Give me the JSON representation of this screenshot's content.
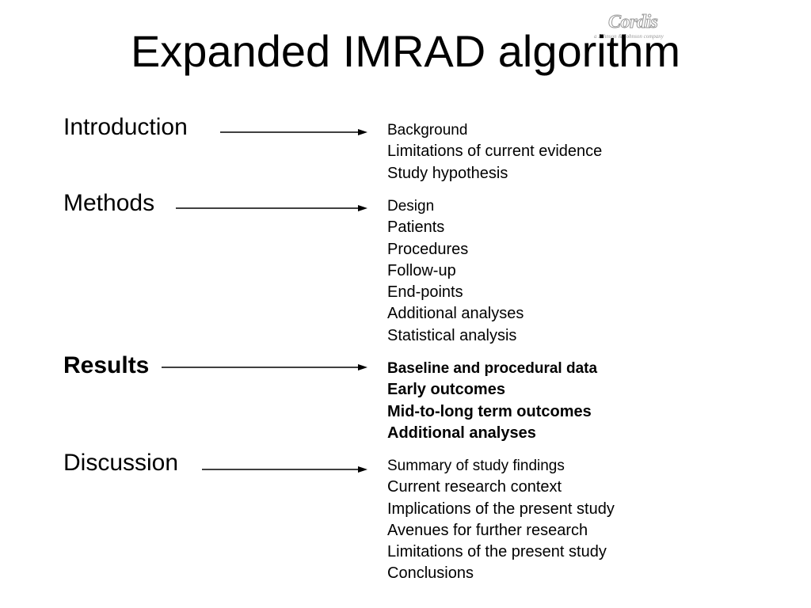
{
  "logo": {
    "name": "Cordis",
    "tagline": "a Johnson & Johnson company"
  },
  "title": "Expanded IMRAD algorithm",
  "sections": [
    {
      "heading": "Introduction",
      "bold": false,
      "items": [
        "Background",
        "Limitations of current evidence",
        "Study hypothesis"
      ]
    },
    {
      "heading": "Methods",
      "bold": false,
      "items": [
        "Design",
        "Patients",
        "Procedures",
        "Follow-up",
        "End-points",
        "Additional analyses",
        "Statistical analysis"
      ]
    },
    {
      "heading": "Results",
      "bold": true,
      "items": [
        "Baseline and procedural data",
        "Early outcomes",
        "Mid-to-long term outcomes",
        "Additional analyses"
      ]
    },
    {
      "heading": "Discussion",
      "bold": false,
      "items": [
        "Summary of study findings",
        "Current research context",
        "Implications of the present study",
        "Avenues for further research",
        "Limitations of the present study",
        "Conclusions"
      ]
    }
  ]
}
